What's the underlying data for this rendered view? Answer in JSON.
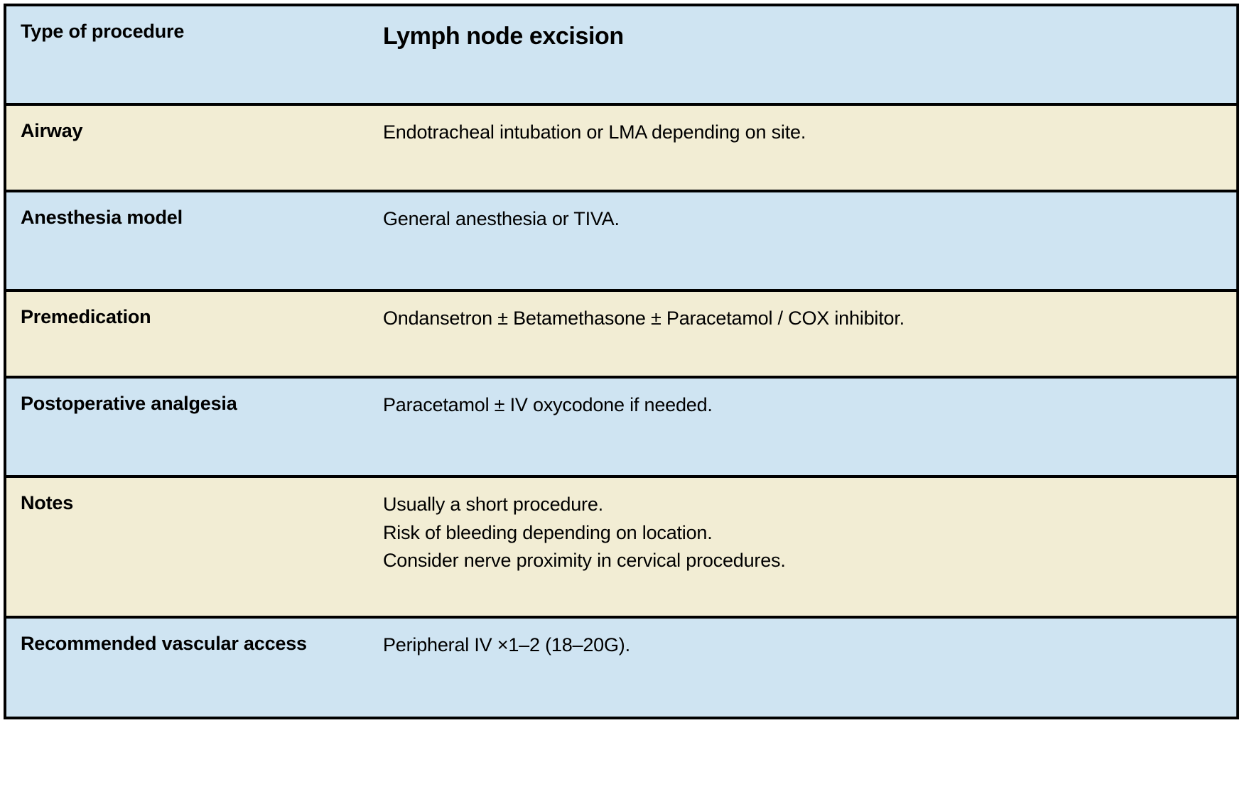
{
  "table": {
    "columns": [
      "Type of procedure",
      "Lymph node excision"
    ],
    "header": {
      "label": "Type of procedure",
      "value": "Lymph node excision"
    },
    "rows": [
      {
        "label": "Airway",
        "value": "Endotracheal intubation or LMA depending on site.",
        "background": "#f2edd4"
      },
      {
        "label": "Anesthesia model",
        "value": "General anesthesia or TIVA.",
        "background": "#cfe4f2"
      },
      {
        "label": "Premedication",
        "value": "Ondansetron ± Betamethasone ± Paracetamol / COX inhibitor.",
        "background": "#f2edd4"
      },
      {
        "label": "Postoperative analgesia",
        "value": "Paracetamol ± IV oxycodone if needed.",
        "background": "#cfe4f2"
      },
      {
        "label": "Notes",
        "value_lines": [
          "Usually a short procedure.",
          "Risk of bleeding depending on location.",
          "Consider nerve proximity in cervical procedures."
        ],
        "background": "#f2edd4"
      },
      {
        "label": "Recommended vascular access",
        "value": "Peripheral IV ×1–2 (18–20G).",
        "background": "#cfe4f2"
      }
    ]
  },
  "colors": {
    "row_blue": "#cfe4f2",
    "row_cream": "#f2edd4",
    "border": "#000000",
    "text": "#000000",
    "page_background": "#ffffff"
  }
}
